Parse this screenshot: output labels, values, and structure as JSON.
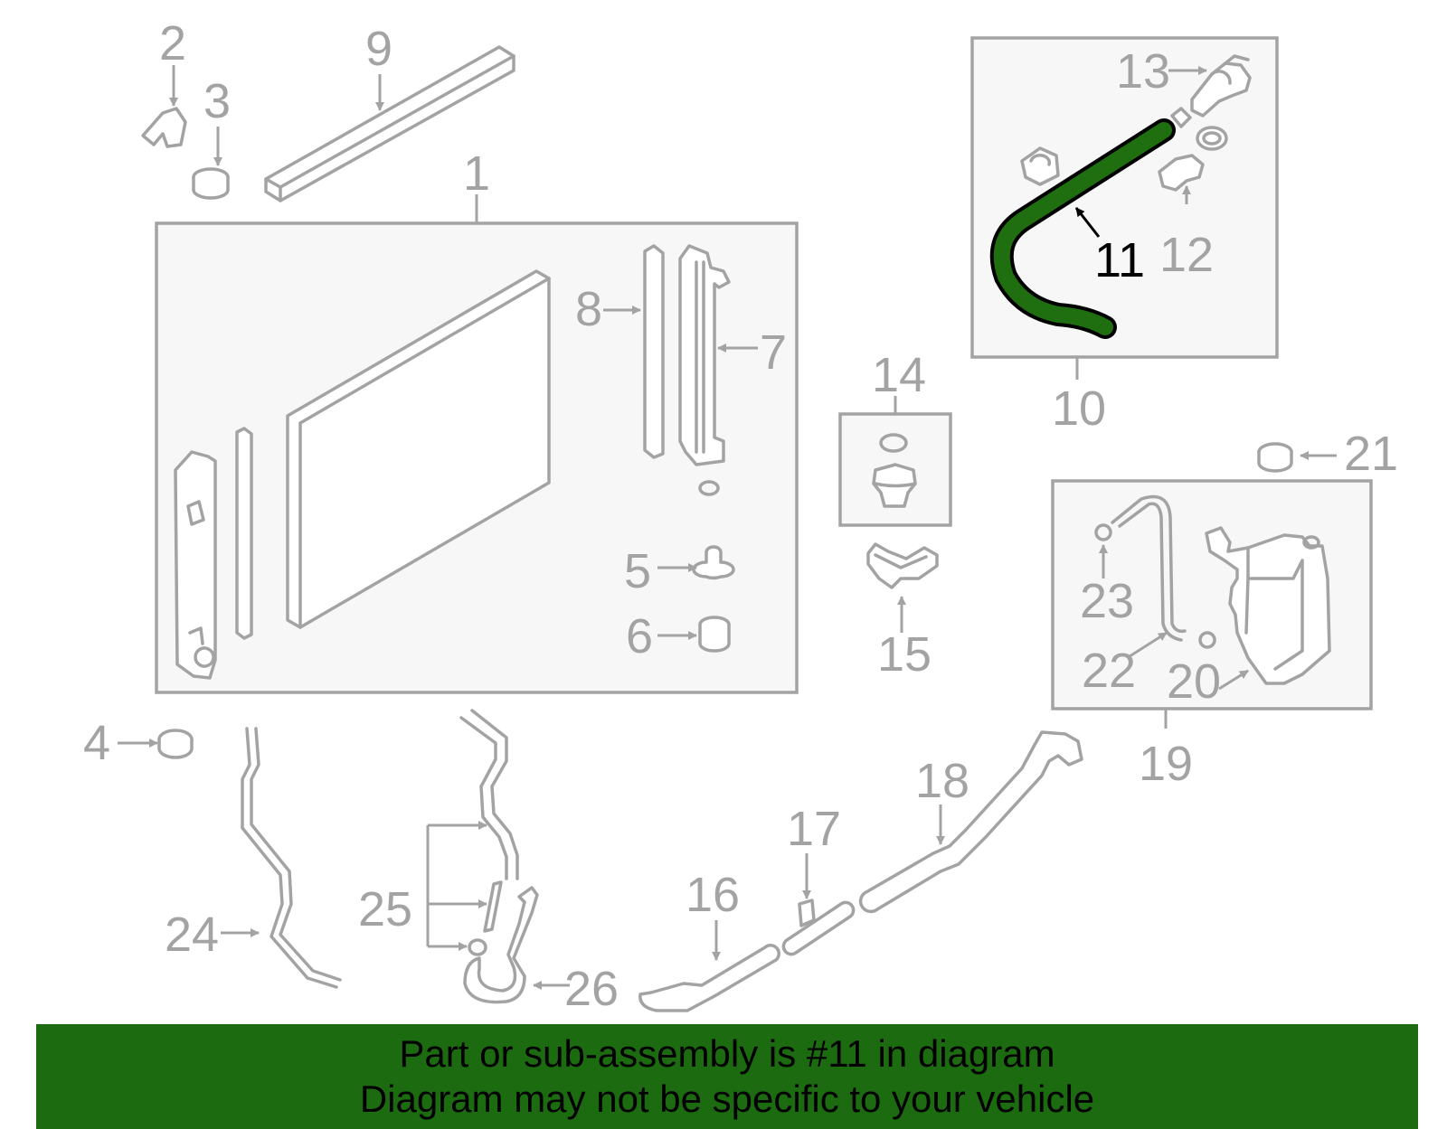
{
  "diagram": {
    "highlighted_part": "11",
    "highlight_color": "#1c6b10",
    "line_color": "#a3a3a3",
    "callouts": [
      "1",
      "2",
      "3",
      "4",
      "5",
      "6",
      "7",
      "8",
      "9",
      "10",
      "11",
      "12",
      "13",
      "14",
      "15",
      "16",
      "17",
      "18",
      "19",
      "20",
      "21",
      "22",
      "23",
      "24",
      "25",
      "26"
    ]
  },
  "banner": {
    "line1": "Part or sub-assembly is #11 in diagram",
    "line2": "Diagram may not be specific to your vehicle",
    "background": "#1c6b10"
  }
}
